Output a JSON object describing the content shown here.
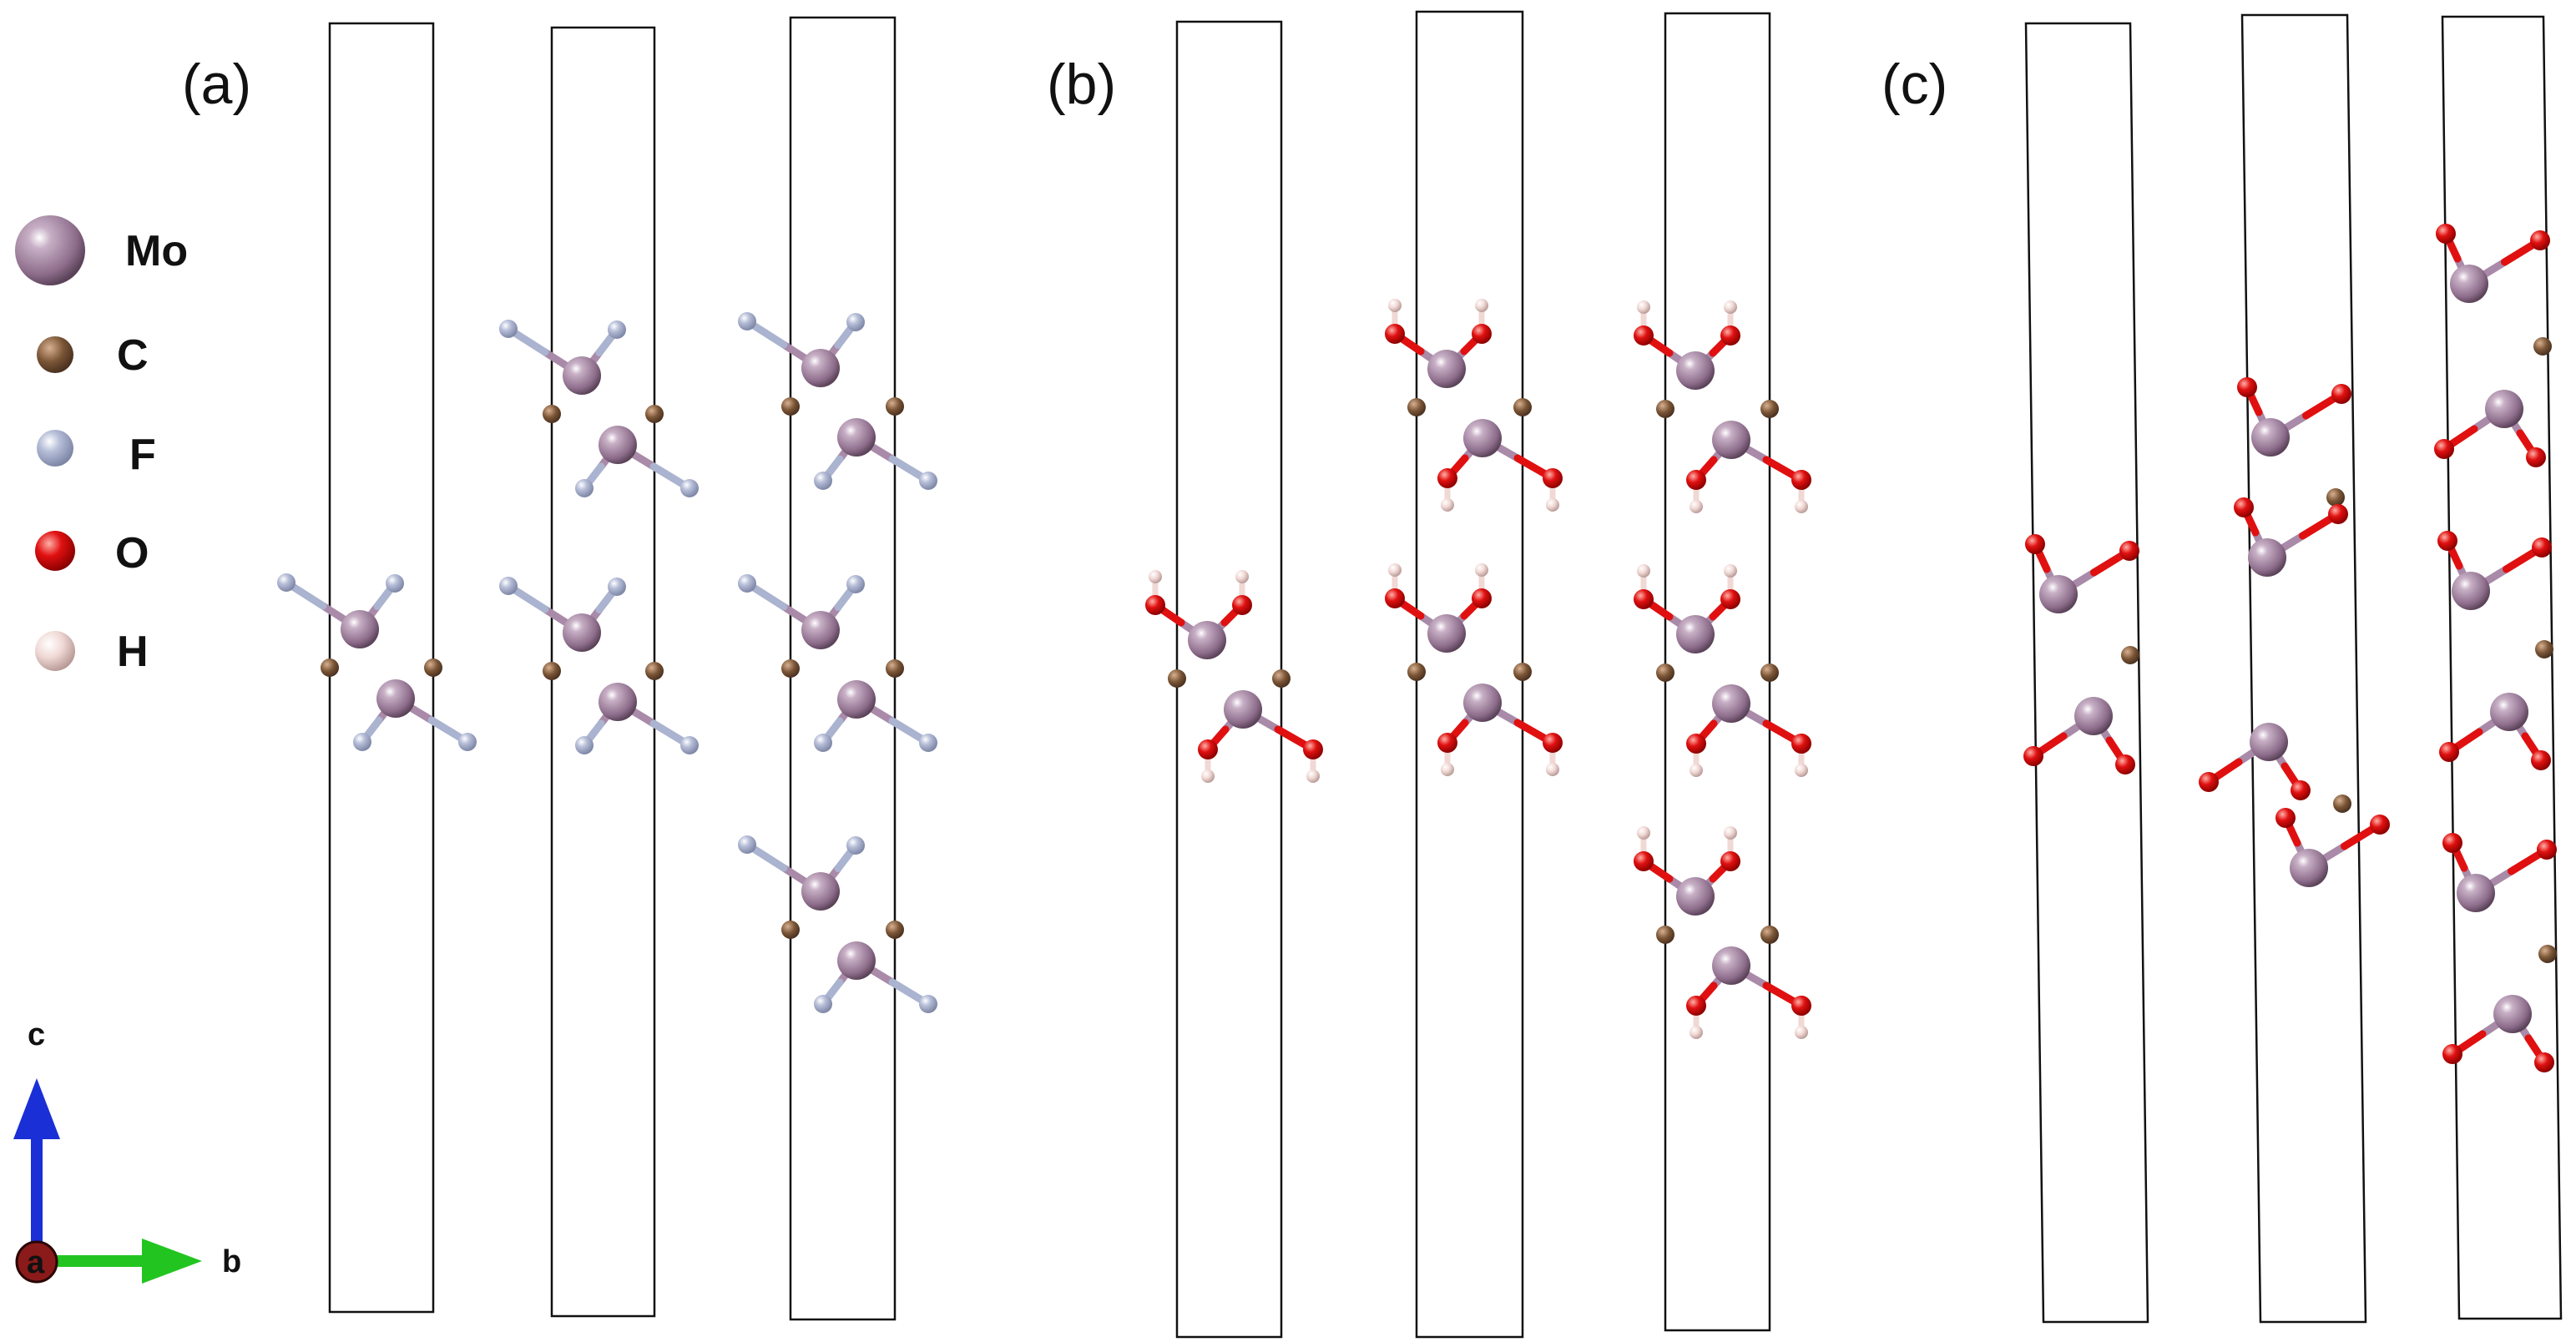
{
  "panels": [
    {
      "label": "(a)",
      "termination": "F"
    },
    {
      "label": "(b)",
      "termination": "OH"
    },
    {
      "label": "(c)",
      "termination": "O"
    }
  ],
  "legend": [
    {
      "symbol": "Mo",
      "color": "#9a7a98",
      "icon": "mo-atom-icon"
    },
    {
      "symbol": "C",
      "color": "#7a5535",
      "icon": "c-atom-icon"
    },
    {
      "symbol": "F",
      "color": "#aab3cf",
      "icon": "f-atom-icon"
    },
    {
      "symbol": "O",
      "color": "#e01010",
      "icon": "o-atom-icon"
    },
    {
      "symbol": "H",
      "color": "#f0d8d4",
      "icon": "h-atom-icon"
    }
  ],
  "axes": {
    "c": "c",
    "b": "b",
    "a": "a"
  },
  "colors": {
    "c_axis": "#1a2fd6",
    "b_axis": "#22c51f",
    "a_axis": "#8b1a1a",
    "bond_mo": "#a98aa8"
  }
}
